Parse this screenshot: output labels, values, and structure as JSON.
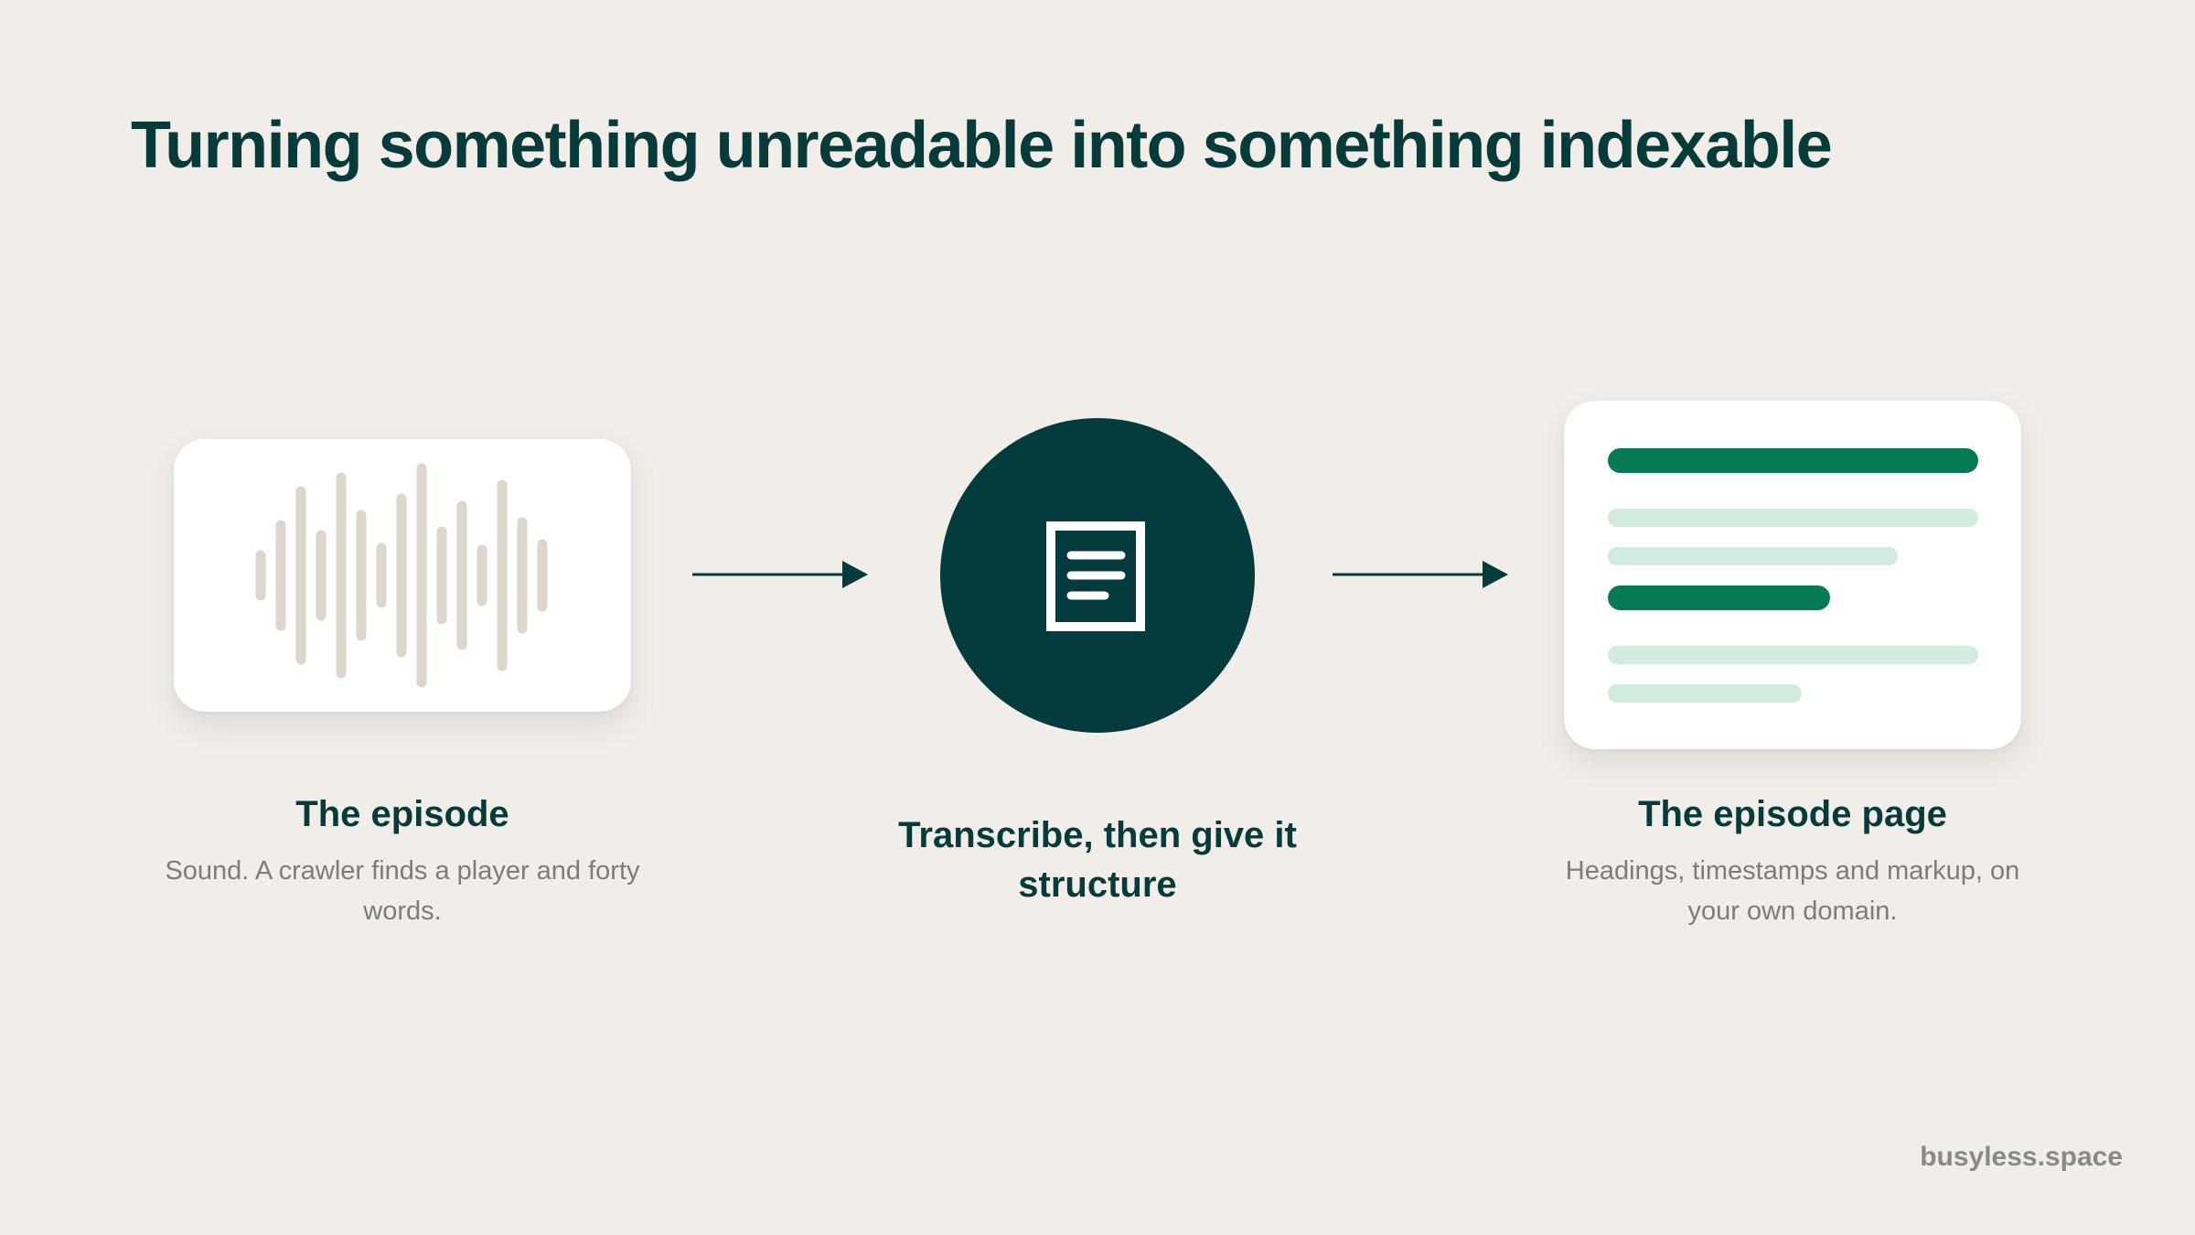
{
  "title": "Turning something unreadable into something indexable",
  "steps": [
    {
      "title": "The episode",
      "description": "Sound. A crawler finds a player and forty words.",
      "icon": "waveform-icon"
    },
    {
      "title": "Transcribe, then give it structure",
      "description": "",
      "icon": "document-icon"
    },
    {
      "title": "The episode page",
      "description": "Headings, timestamps and markup, on your own domain.",
      "icon": "page-lines-icon"
    }
  ],
  "connectors": [
    "arrow-right-icon",
    "arrow-right-icon"
  ],
  "brand": "busyless.space",
  "colors": {
    "background": "#f1eeea",
    "dark_teal": "#043c3d",
    "heading": "#073b3a",
    "green": "#077a55",
    "light_green": "#d2ebdf",
    "waveform": "#ddd6ca",
    "muted_text": "#7e7c76"
  }
}
